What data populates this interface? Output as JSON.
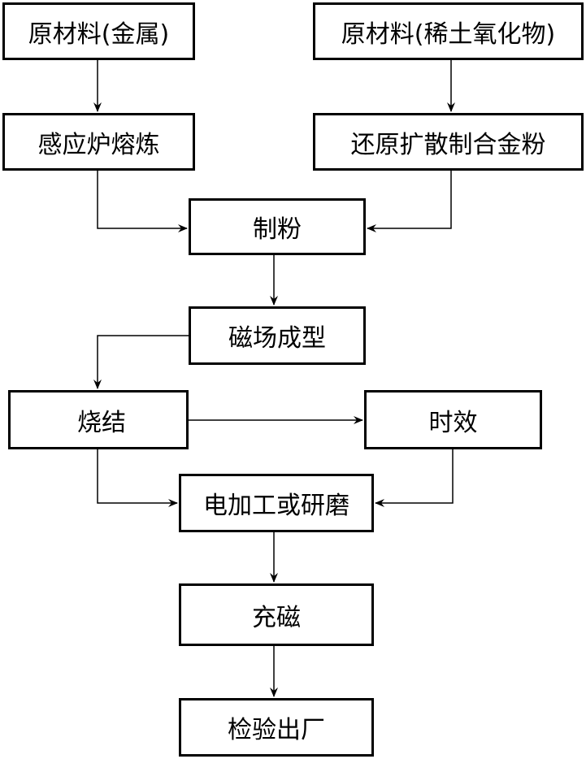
{
  "flowchart": {
    "nodes": {
      "raw_metal": "原材料(金属)",
      "raw_rare_earth": "原材料(稀土氧化物)",
      "induction_melting": "感应炉熔炼",
      "reduction_diffusion": "还原扩散制合金粉",
      "powder_making": "制粉",
      "magnetic_field_forming": "磁场成型",
      "sintering": "烧结",
      "aging": "时效",
      "machining_grinding": "电加工或研磨",
      "magnetizing": "充磁",
      "inspection_shipping": "检验出厂"
    }
  }
}
